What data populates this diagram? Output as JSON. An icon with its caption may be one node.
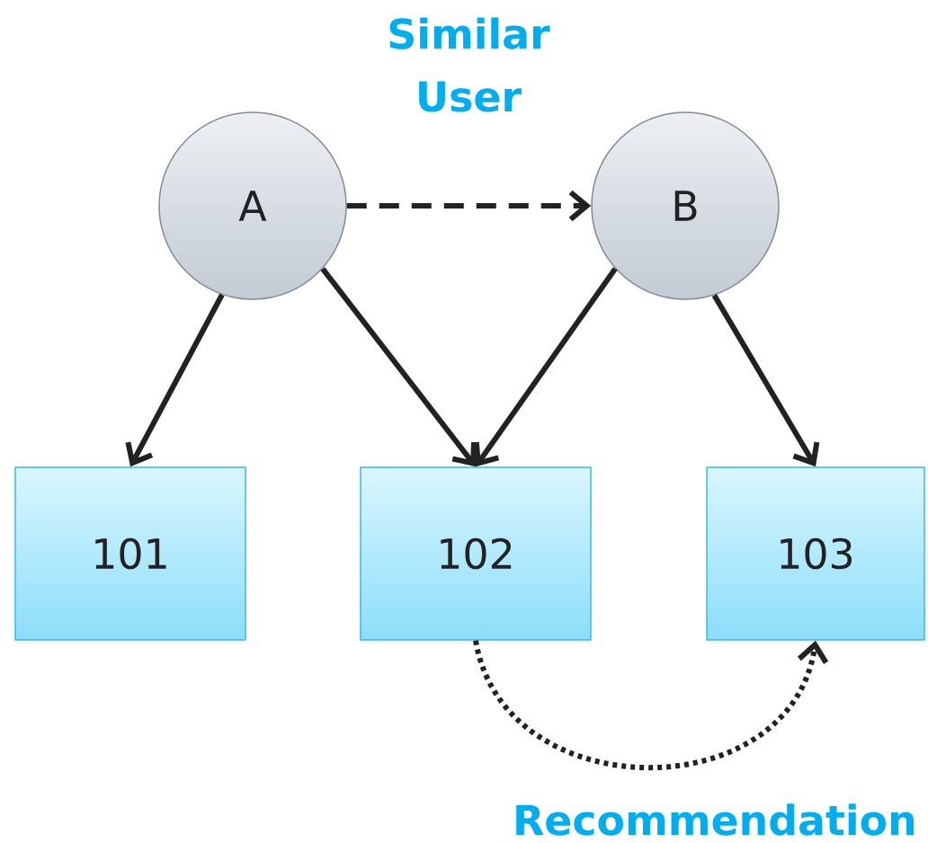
{
  "diagram": {
    "nodes": [
      {
        "text": [
          "A"
        ]
      },
      {
        "text": [
          "B"
        ]
      },
      {
        "text": [
          "101"
        ]
      },
      {
        "text": [
          "102"
        ]
      },
      {
        "text": [
          "103"
        ]
      }
    ],
    "edges": [
      {
        "from": 0,
        "to": 1,
        "arrow": "to",
        "style": "dashed",
        "label": "Similar User"
      },
      {
        "from": 0,
        "to": 2,
        "arrow": "to"
      },
      {
        "from": 0,
        "to": 3,
        "arrow": "to"
      },
      {
        "from": 1,
        "to": 3,
        "arrow": "to"
      },
      {
        "from": 1,
        "to": 4,
        "arrow": "to"
      },
      {
        "from": 3,
        "to": 4,
        "arrow": "to",
        "style": "dashed",
        "label": "Recommendation"
      }
    ]
  }
}
